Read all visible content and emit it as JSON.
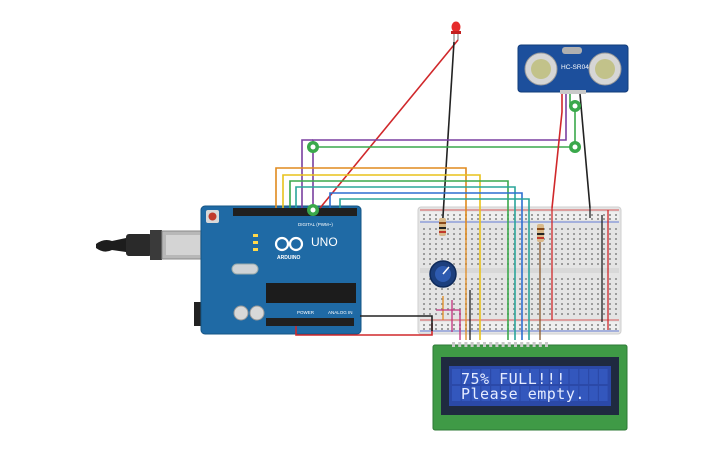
{
  "arduino": {
    "brand": "ARDUINO",
    "model": "UNO",
    "digital_label": "DIGITAL (PWM~)",
    "power_label": "POWER",
    "analog_label": "ANALOG IN",
    "color": "#1f6aa5"
  },
  "sensor": {
    "label": "HC-SR04",
    "color": "#1c4f9c"
  },
  "lcd": {
    "line1": "75% FULL!!!",
    "line2": "Please empty.",
    "bezel_color": "#3f9a46",
    "screen_color": "#2b49a8"
  },
  "wire_colors": {
    "red": "#d0282b",
    "black": "#222222",
    "green": "#3aa84b",
    "purple": "#7a3fa0",
    "orange": "#e08a1e",
    "yellow": "#e8c21c",
    "blue": "#2d6fd0",
    "teal": "#2aa59a",
    "pink": "#c2307d",
    "brown": "#8a5a2b"
  }
}
